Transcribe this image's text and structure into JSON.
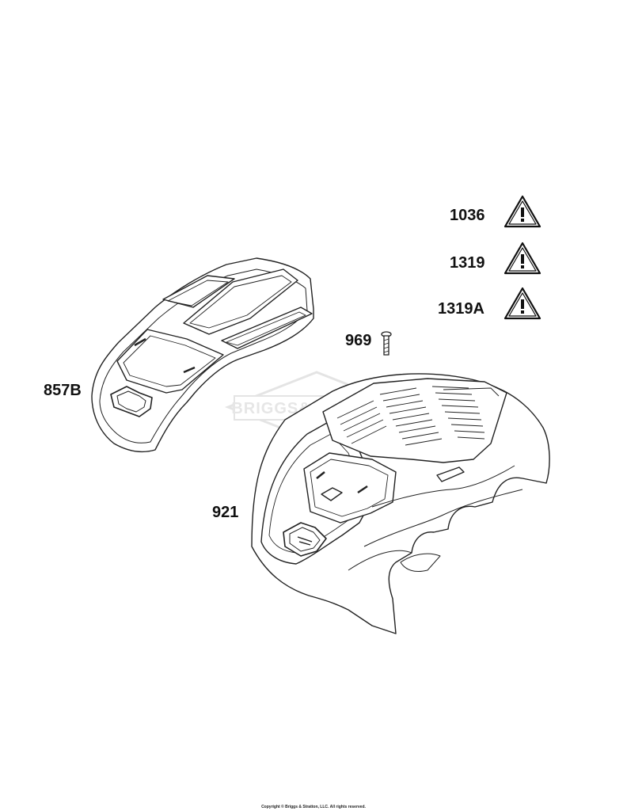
{
  "parts": {
    "p1036": "1036",
    "p1319": "1319",
    "p1319a": "1319A",
    "p969": "969",
    "p857b": "857B",
    "p921": "921"
  },
  "watermark": "BRIGGS&STRATTON",
  "copyright": "Copyright © Briggs & Stratton, LLC. All rights reserved.",
  "icons": {
    "warning": "warning-triangle-icon",
    "logo": "briggs-stratton-logo"
  },
  "colors": {
    "line": "#222222",
    "watermark": "#e6e6e6"
  }
}
